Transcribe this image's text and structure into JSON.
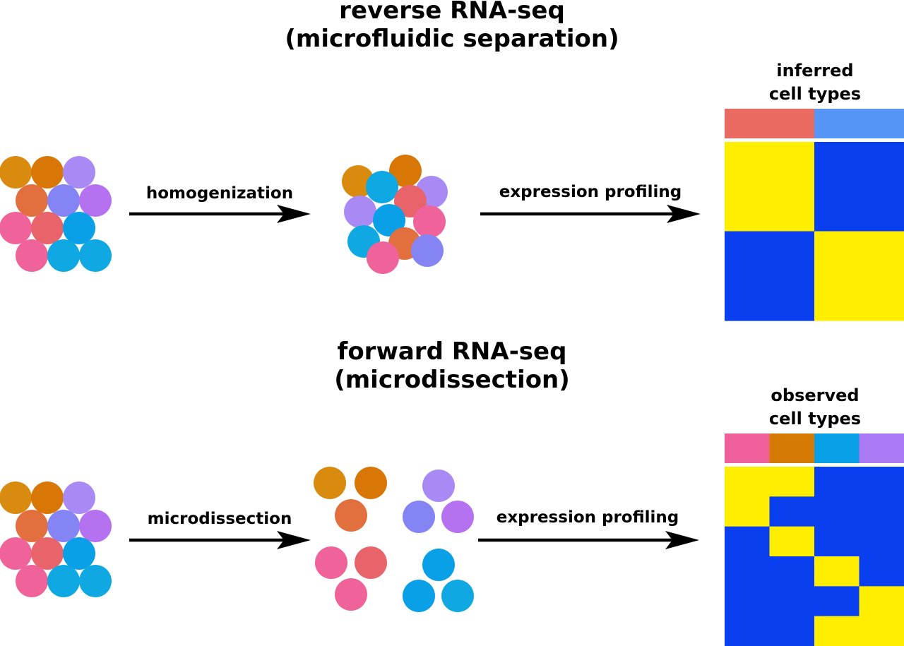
{
  "colors": {
    "tan": "#d98b10",
    "orange": "#d97706",
    "coral": "#e2703e",
    "salmon": "#e8646a",
    "pink": "#f0629a",
    "lavender": "#a98af5",
    "purple": "#b572f0",
    "periwinkle": "#8484f5",
    "sky": "#0aa0e8",
    "azure": "#10a8e2",
    "yellow": "#ffee00",
    "blue": "#0a3ff0",
    "bar_red": "#e86a60",
    "bar_blue": "#5595f5",
    "bar_pink": "#f0609a",
    "bar_orange": "#d57a05",
    "bar_cyan": "#0aa0e8",
    "bar_violet": "#aa7af5",
    "arrow": "#000000"
  },
  "reverse": {
    "title_line1": "reverse RNA-seq",
    "title_line2": "(microfluidic separation)",
    "step1_label": "homogenization",
    "step2_label": "expression profiling",
    "matrix_title_line1": "inferred",
    "matrix_title_line2": "cell types",
    "type_bar": [
      "bar_red",
      "bar_blue"
    ],
    "heatmap": [
      [
        1,
        0
      ],
      [
        0,
        1
      ]
    ]
  },
  "forward": {
    "title_line1": "forward RNA-seq",
    "title_line2": "(microdissection)",
    "step1_label": "microdissection",
    "step2_label": "expression profiling",
    "matrix_title_line1": "observed",
    "matrix_title_line2": "cell types",
    "type_bar": [
      "bar_pink",
      "bar_orange",
      "bar_cyan",
      "bar_violet"
    ],
    "heatmap": [
      [
        1,
        1,
        0,
        0
      ],
      [
        1,
        0,
        0,
        0
      ],
      [
        0,
        1,
        0,
        0
      ],
      [
        0,
        0,
        1,
        0
      ],
      [
        0,
        0,
        0,
        1
      ],
      [
        0,
        0,
        1,
        1
      ]
    ]
  }
}
